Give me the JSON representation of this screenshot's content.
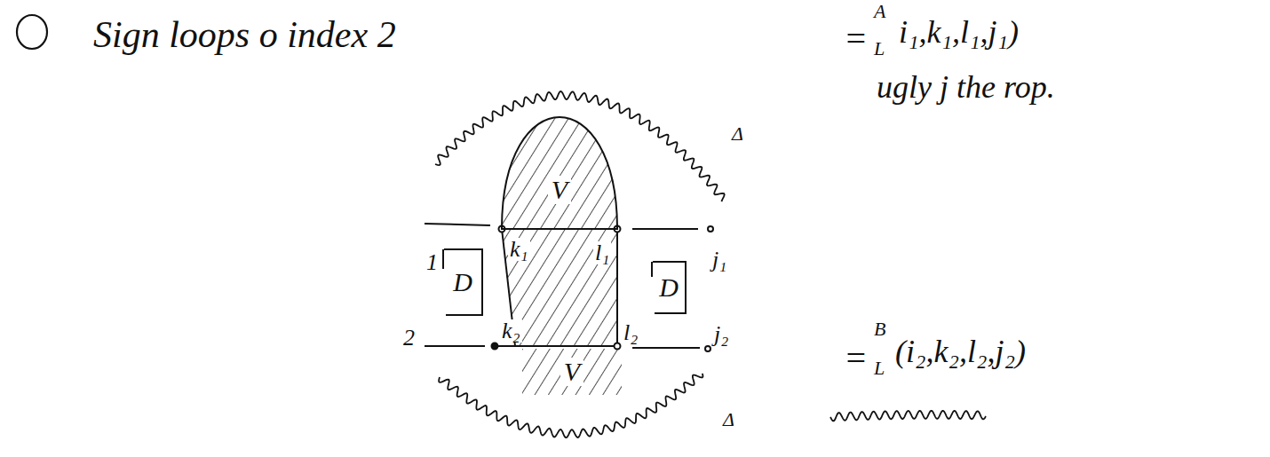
{
  "diagram": {
    "title": "Sign loops o index 2",
    "nodes": [
      {
        "text": [
          "V"
        ]
      },
      {
        "text": [
          "D"
        ]
      },
      {
        "text": [
          "D"
        ]
      },
      {
        "text": [
          "V"
        ]
      }
    ],
    "labels": [
      "1",
      "k₁",
      "l₁",
      "j₁",
      "2",
      "k₂",
      "l₂",
      "j₂",
      "Δ",
      "Δ",
      "=",
      "A",
      "L",
      "i₁,k₁,l₁,j₁)",
      "ugly j the rop.",
      "=",
      "B",
      "L",
      "(i₂,k₂,l₂,j₂)"
    ]
  }
}
